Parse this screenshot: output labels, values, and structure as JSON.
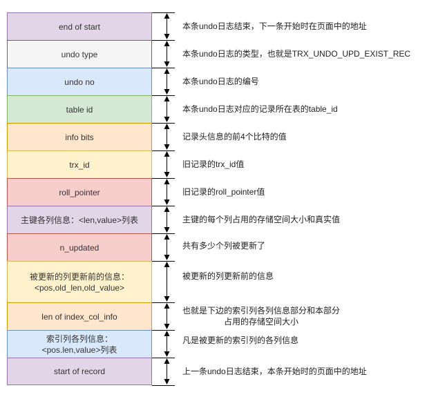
{
  "colors": {
    "purple": {
      "fill": "#e1d5e7",
      "stroke": "#9673a6"
    },
    "gray": {
      "fill": "#f5f5f5",
      "stroke": "#666666"
    },
    "blue": {
      "fill": "#dae8fc",
      "stroke": "#6c8ebf"
    },
    "green": {
      "fill": "#d5e8d4",
      "stroke": "#82b366"
    },
    "orange": {
      "fill": "#ffe6cc",
      "stroke": "#d79b00"
    },
    "yellow": {
      "fill": "#fff2cc",
      "stroke": "#d6b656"
    },
    "red": {
      "fill": "#f8cecc",
      "stroke": "#b85450"
    }
  },
  "rows": [
    {
      "label": "end of start",
      "color": "purple",
      "desc": "本条undo日志结束，下一条开始时在页面中的地址"
    },
    {
      "label": "undo type",
      "color": "gray",
      "desc": "本条undo日志的类型，也就是TRX_UNDO_UPD_EXIST_REC"
    },
    {
      "label": "undo no",
      "color": "blue",
      "desc": "本条undo日志的编号"
    },
    {
      "label": "table id",
      "color": "green",
      "desc": "本条undo日志对应的记录所在表的table_id"
    },
    {
      "label": "info bits",
      "color": "orange",
      "desc": "记录头信息的前4个比特的值"
    },
    {
      "label": "trx_id",
      "color": "yellow",
      "desc": "旧记录的trx_id值"
    },
    {
      "label": "roll_pointer",
      "color": "red",
      "desc": "旧记录的roll_pointer值"
    },
    {
      "label": "主键各列信息：<len,value>列表",
      "color": "purple",
      "desc": "主键的每个列占用的存储空间大小和真实值"
    },
    {
      "label": "n_updated",
      "color": "red",
      "desc": "共有多少个列被更新了"
    },
    {
      "label": "被更新的列更新前的信息：\n<pos,old_len,old_value>",
      "color": "yellow",
      "desc": "被更新的列更新前的信息"
    },
    {
      "label": "len of index_col_info",
      "color": "orange",
      "desc": "也就是下边的索引列各列信息部分和本部分\n占用的存储空间大小"
    },
    {
      "label": "索引列各列信息：\n<pos.len,value>列表",
      "color": "blue",
      "desc": "凡是被更新的索引列的各列信息"
    },
    {
      "label": "start of record",
      "color": "purple",
      "desc": "上一条undo日志结束，本条开始时的页面中的地址"
    }
  ]
}
